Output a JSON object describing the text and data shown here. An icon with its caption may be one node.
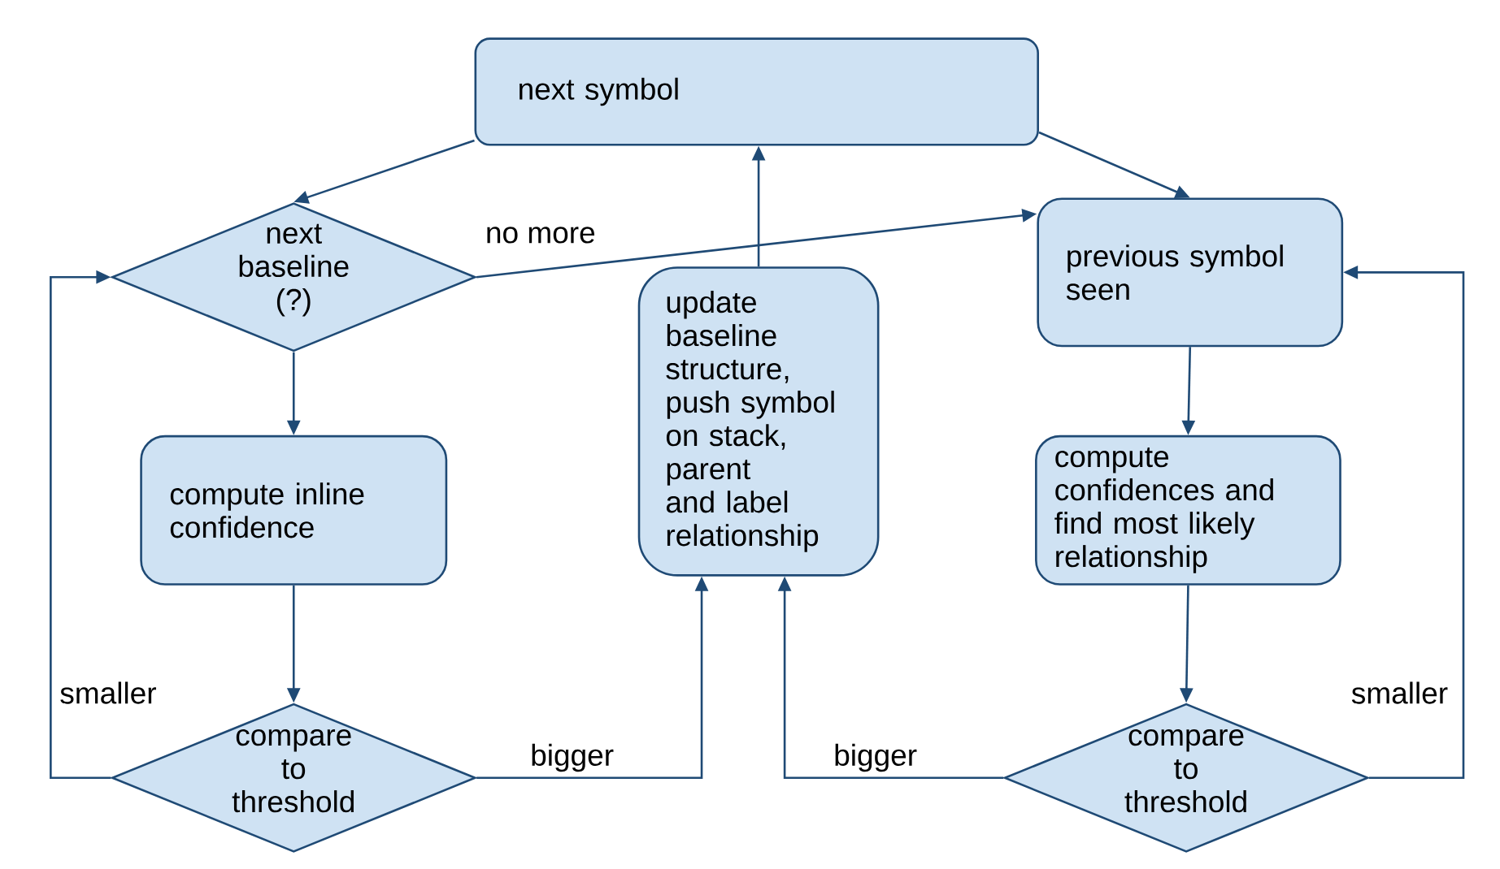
{
  "diagram": {
    "nodes": [
      {
        "text": [
          "next symbol"
        ]
      },
      {
        "text": [
          "next baseline (?)"
        ]
      },
      {
        "text": [
          "update baseline structure, push symbol on stack, parent and label relationship"
        ]
      },
      {
        "text": [
          "previous symbol seen"
        ]
      },
      {
        "text": [
          "compute inline confidence"
        ]
      },
      {
        "text": [
          "compute confidences and find most likely relationship"
        ]
      },
      {
        "text": [
          "compare to threshold"
        ]
      },
      {
        "text": [
          "compare to threshold"
        ]
      }
    ],
    "edges": [
      {
        "from": 0,
        "to": 1,
        "arrow": "to"
      },
      {
        "from": 0,
        "to": 3,
        "arrow": "to"
      },
      {
        "from": 2,
        "to": 0,
        "arrow": "to"
      },
      {
        "from": 1,
        "to": 3,
        "arrow": "to",
        "label": "no more"
      },
      {
        "from": 1,
        "to": 4,
        "arrow": "to"
      },
      {
        "from": 3,
        "to": 5,
        "arrow": "to"
      },
      {
        "from": 4,
        "to": 6,
        "arrow": "to"
      },
      {
        "from": 5,
        "to": 7,
        "arrow": "to"
      },
      {
        "from": 6,
        "to": 2,
        "arrow": "to",
        "label": "bigger"
      },
      {
        "from": 7,
        "to": 2,
        "arrow": "to",
        "label": "bigger"
      },
      {
        "from": 6,
        "to": 1,
        "arrow": "to",
        "label": "smaller"
      },
      {
        "from": 7,
        "to": 3,
        "arrow": "to",
        "label": "smaller"
      }
    ]
  }
}
